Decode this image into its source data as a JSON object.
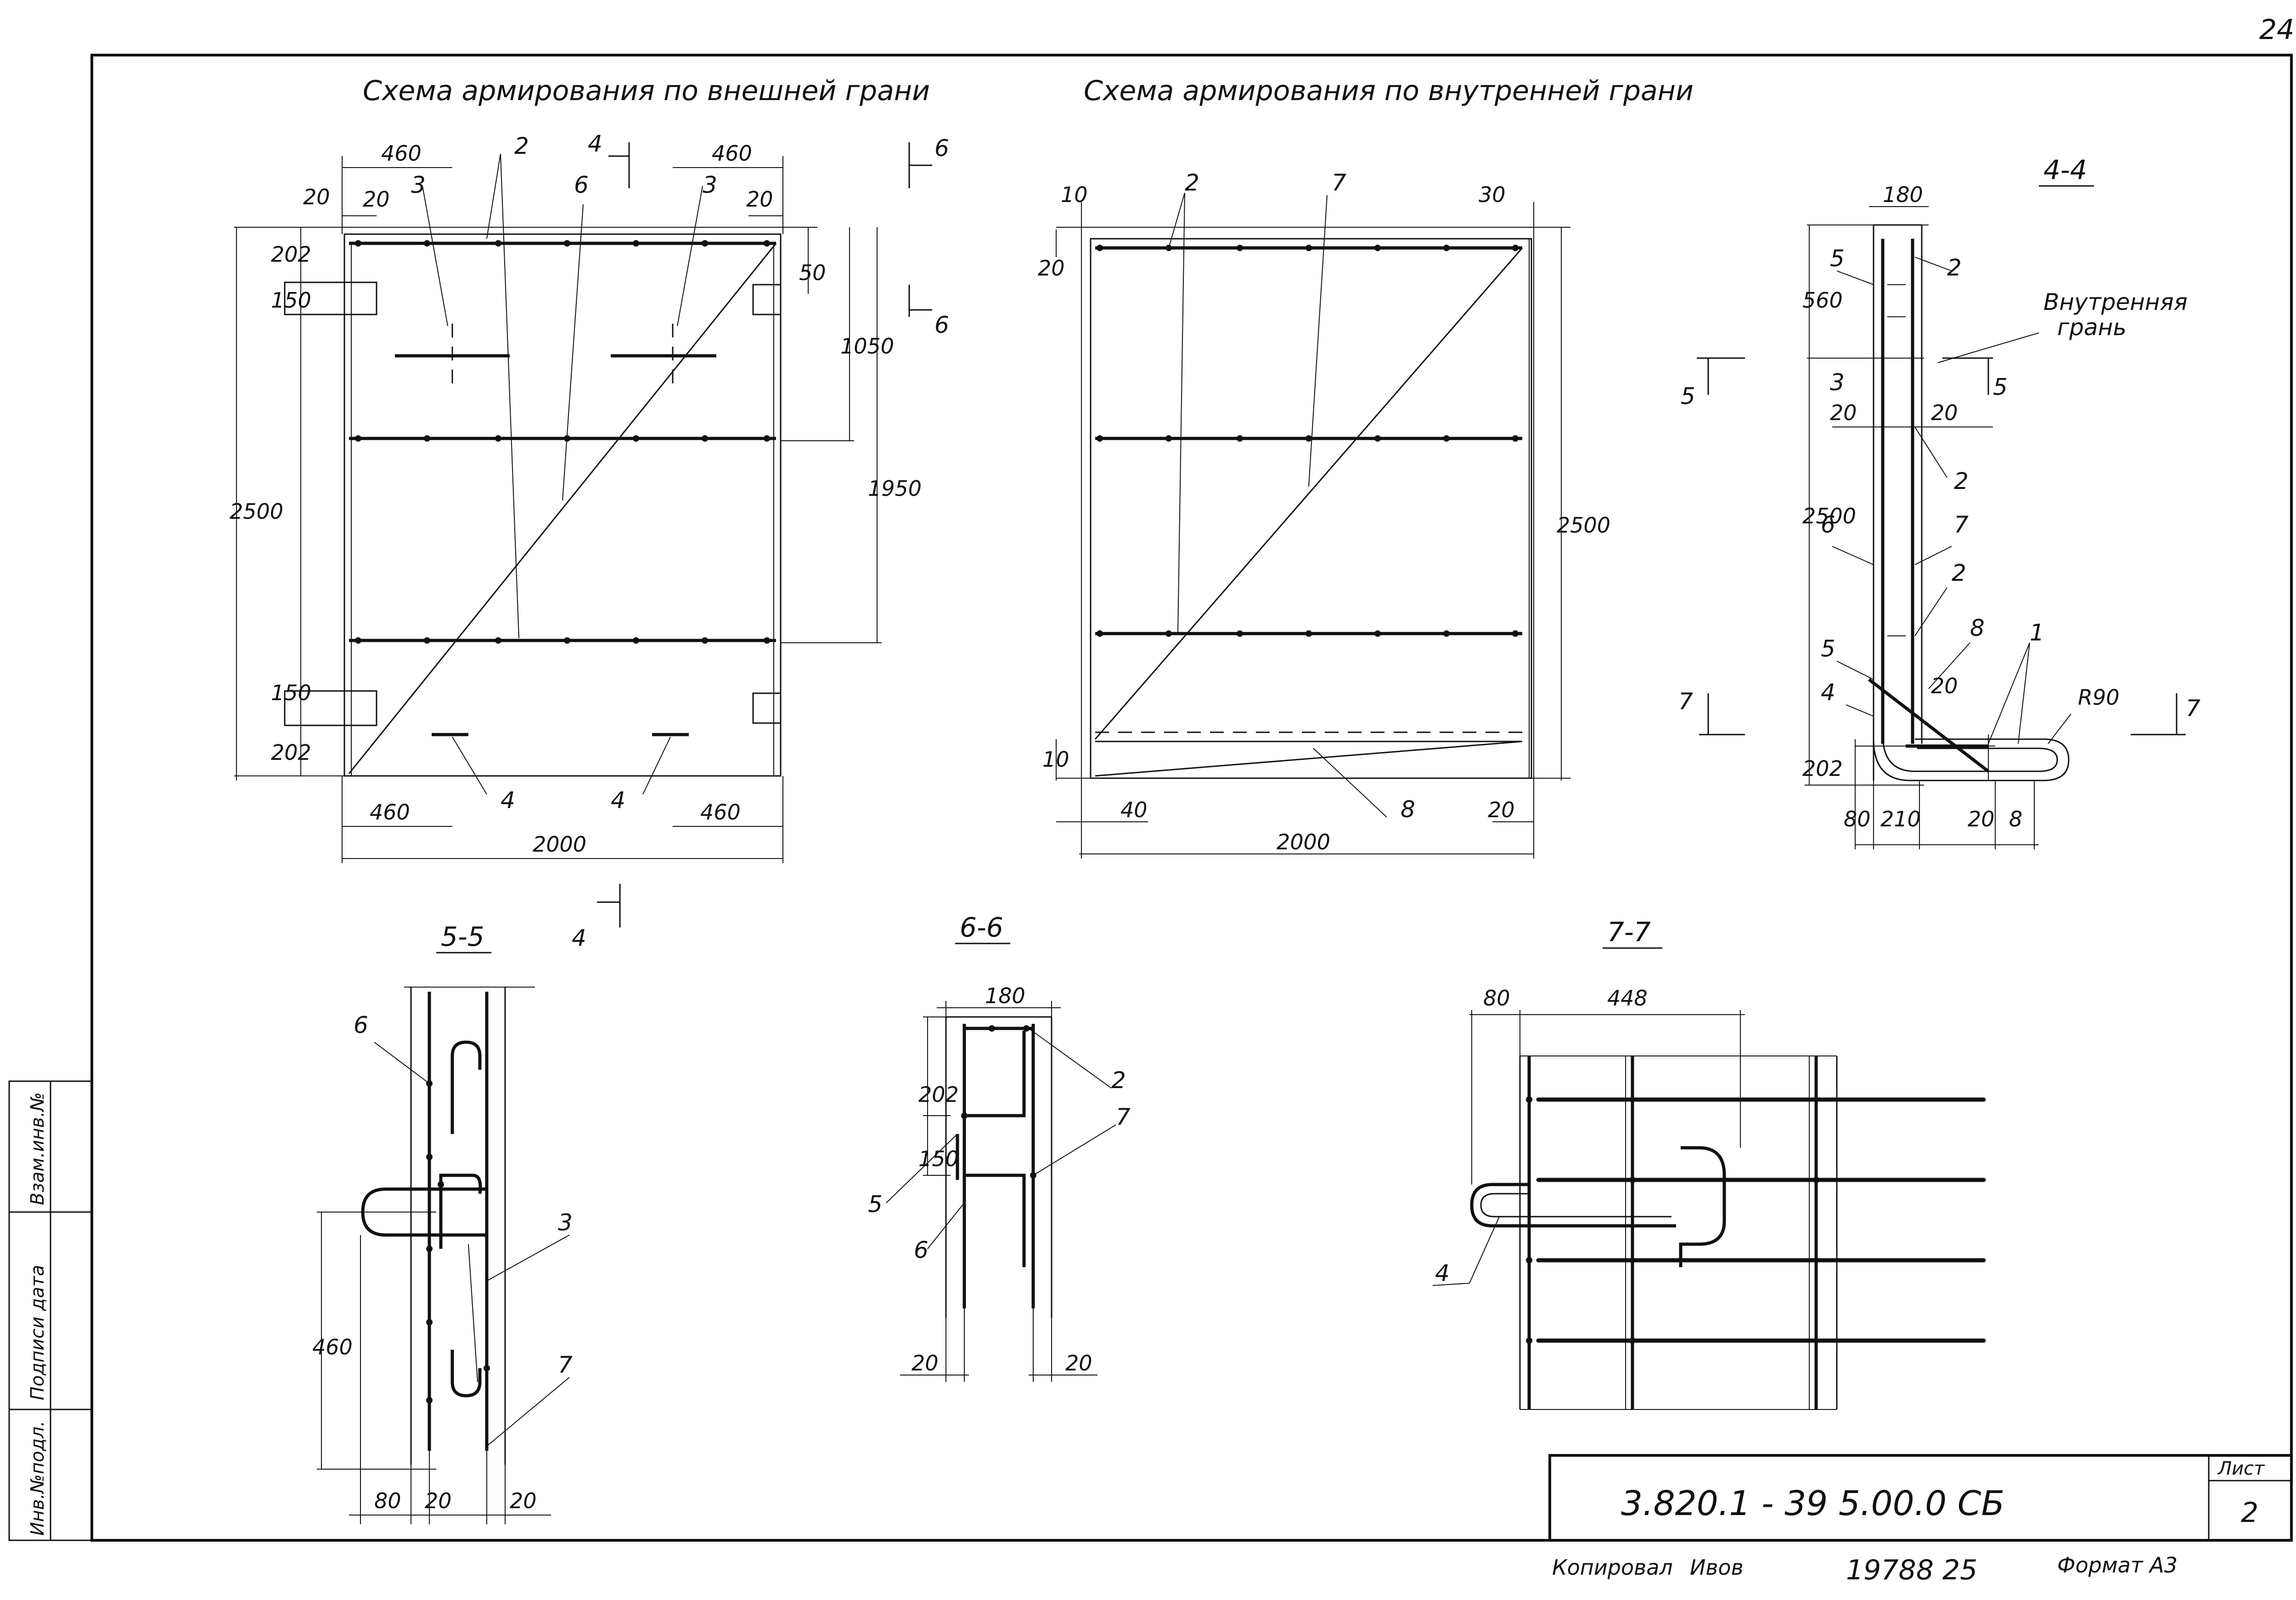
{
  "page": {
    "number": "24"
  },
  "titles": {
    "outer": "Схема  армирования  по внешней грани",
    "inner": "Схема армирования  по внутренней грани"
  },
  "outer_view": {
    "dims": {
      "top_left": "460",
      "top_right": "460",
      "d20_top": "20",
      "d20_a": "20",
      "d20_b": "20",
      "d202_top": "202",
      "d150_top": "150",
      "d50": "50",
      "d1050": "1050",
      "d1950": "1950",
      "d2500": "2500",
      "d150_bot": "150",
      "d202_bot": "202",
      "bot_left": "460",
      "bot_right": "460",
      "d2000": "2000"
    },
    "labels": {
      "l2": "2",
      "l3a": "3",
      "l3b": "3",
      "l6": "6",
      "l4a": "4",
      "l4b": "4",
      "cut4": "4",
      "cut6a": "6",
      "cut6b": "6"
    }
  },
  "inner_view": {
    "dims": {
      "d10_top": "10",
      "d30": "30",
      "d20": "20",
      "d2500": "2500",
      "d10_bot": "10",
      "d40": "40",
      "d20_bot": "20",
      "d2000": "2000"
    },
    "labels": {
      "l2": "2",
      "l7": "7",
      "l8": "8"
    }
  },
  "section_44": {
    "title": "4-4",
    "dims": {
      "d180": "180",
      "d560": "560",
      "d20a": "20",
      "d20b": "20",
      "d2500": "2500",
      "d20c": "20",
      "d202": "202",
      "d80": "80",
      "d210": "210",
      "d20d": "20",
      "d8": "8",
      "r90": "R90"
    },
    "labels": {
      "l5a": "5",
      "l2a": "2",
      "l3": "3",
      "l2b": "2",
      "l6": "6",
      "l7": "7",
      "l2c": "2",
      "l5b": "5",
      "l8": "8",
      "l4": "4",
      "l1": "1",
      "inner_face_1": "Внутренняя",
      "inner_face_2": "грань",
      "cut5a": "5",
      "cut5b": "5",
      "cut7a": "7",
      "cut7b": "7"
    }
  },
  "section_55": {
    "title": "5-5",
    "dims": {
      "d460": "460",
      "d80": "80",
      "d20a": "20",
      "d20b": "20"
    },
    "labels": {
      "l6": "6",
      "l3": "3",
      "l7": "7",
      "cut4": "4"
    }
  },
  "section_66": {
    "title": "6-6",
    "dims": {
      "d180": "180",
      "d202": "202",
      "d150": "150",
      "d20a": "20",
      "d20b": "20"
    },
    "labels": {
      "l2": "2",
      "l7": "7",
      "l5": "5",
      "l6": "6"
    }
  },
  "section_77": {
    "title": "7-7",
    "dims": {
      "d80": "80",
      "d448": "448"
    },
    "labels": {
      "l4": "4"
    }
  },
  "side_stamp": {
    "c1": "Взам.инв.№",
    "c2": "Подписи дата",
    "c3": "Инв.№подл."
  },
  "title_block": {
    "code": "3.820.1 - 39    5.00.0 СБ",
    "sheet_label": "Лист",
    "sheet_num": "2"
  },
  "footer": {
    "copied": "Копировал",
    "copied_sign": "Ивов",
    "order": "19788  25",
    "format": "Формат А3"
  }
}
